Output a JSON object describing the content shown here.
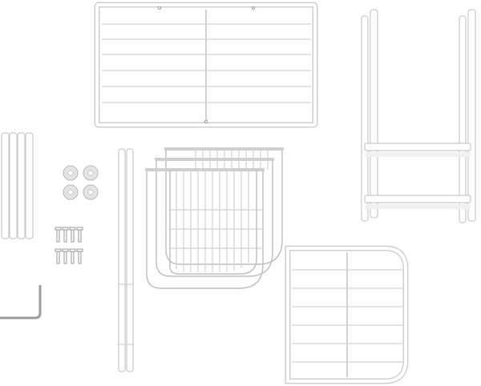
{
  "scene": {
    "background_color": "#ffffff",
    "part_color": "#ffffff",
    "outline_color": "#c9c9c9",
    "parts": [
      "top-shelf-panel",
      "side-frame-pair",
      "short-tubes-bundle",
      "rubber-feet",
      "screws",
      "allen-key",
      "long-tubes-pair",
      "stacked-basket-frames",
      "square-shelf-panel"
    ]
  }
}
